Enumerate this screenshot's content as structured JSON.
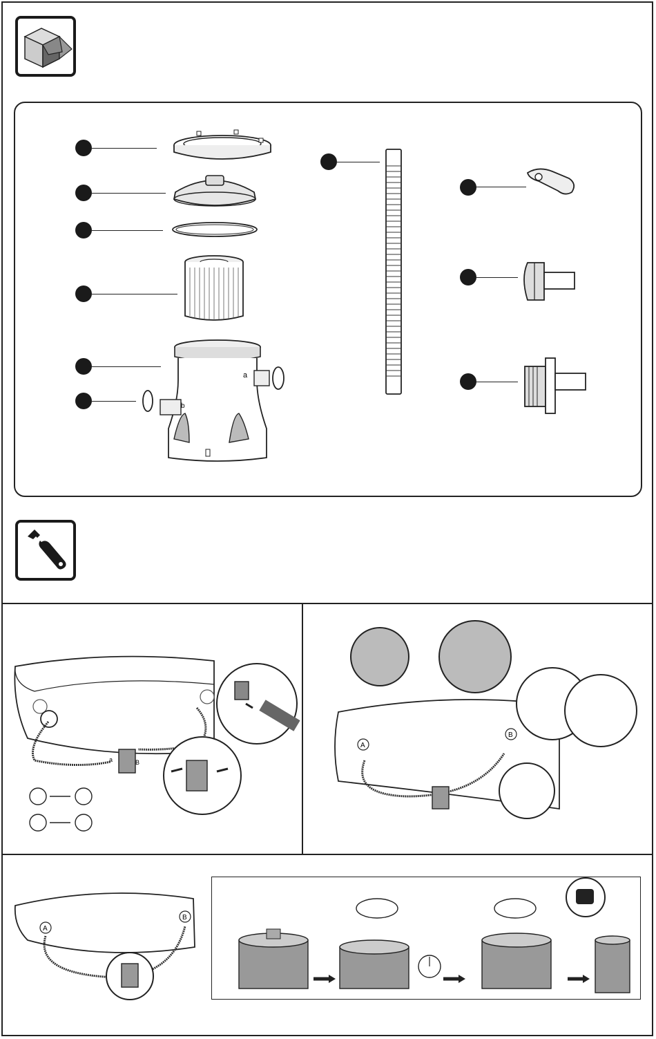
{
  "page": {
    "background": "#ffffff",
    "line_color": "#222222",
    "fill_gray": "#9a9a9a"
  },
  "sections": {
    "contents_icon": "open-box-icon",
    "tools_icon": "wrench-icon"
  },
  "parts": {
    "items": [
      {
        "id": 1,
        "name": "lock-ring"
      },
      {
        "id": 2,
        "name": "filter-cover"
      },
      {
        "id": 3,
        "name": "o-ring-large"
      },
      {
        "id": 4,
        "name": "filter-cartridge"
      },
      {
        "id": 5,
        "name": "pump-housing"
      },
      {
        "id": 6,
        "name": "o-ring-small"
      },
      {
        "id": 7,
        "name": "hose"
      },
      {
        "id": 8,
        "name": "hose-clamp"
      },
      {
        "id": 9,
        "name": "plunger-valve"
      },
      {
        "id": 10,
        "name": "strainer-connector"
      }
    ],
    "housing_port_labels": {
      "a": "a",
      "b": "b"
    }
  },
  "steps": {
    "step1": {
      "port_a": "a",
      "port_b": "B"
    },
    "step2": {
      "label_a": "A",
      "label_b": "B"
    },
    "step3": {
      "label_a": "A",
      "label_b": "B"
    }
  }
}
